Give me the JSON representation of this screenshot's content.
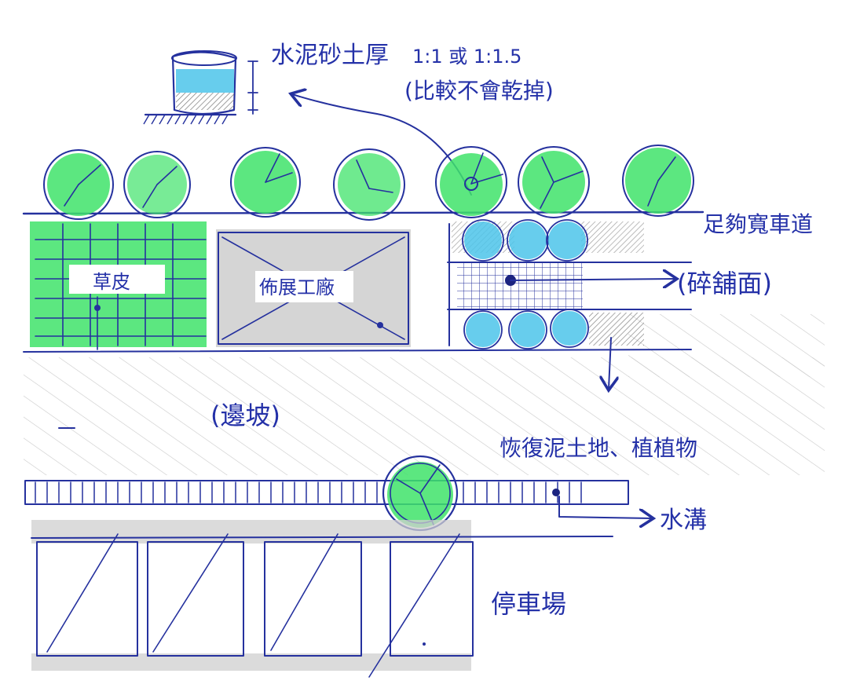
{
  "colors": {
    "ink": "#25319e",
    "grass": "#3fe36a",
    "water": "#4cc4ea",
    "gray": "#c4c4c4",
    "paper": "#ffffff"
  },
  "labels": {
    "planter_note_1": "水泥砂土厚",
    "planter_ratio": "1:1 或 1:1.5",
    "planter_note_2": "(比較不會乾掉)",
    "path": "足夠寬車道",
    "paving": "(碎舖面)",
    "lawn": "草皮",
    "exhibit": "佈展工廠",
    "slope": "(邊坡)",
    "restore": "恢復泥土地、植植物",
    "drain": "水溝",
    "parking": "停車場"
  },
  "icons": {
    "planter": "planter-pot-icon",
    "tree": "tree-canopy-icon",
    "arrow": "arrow-icon"
  }
}
